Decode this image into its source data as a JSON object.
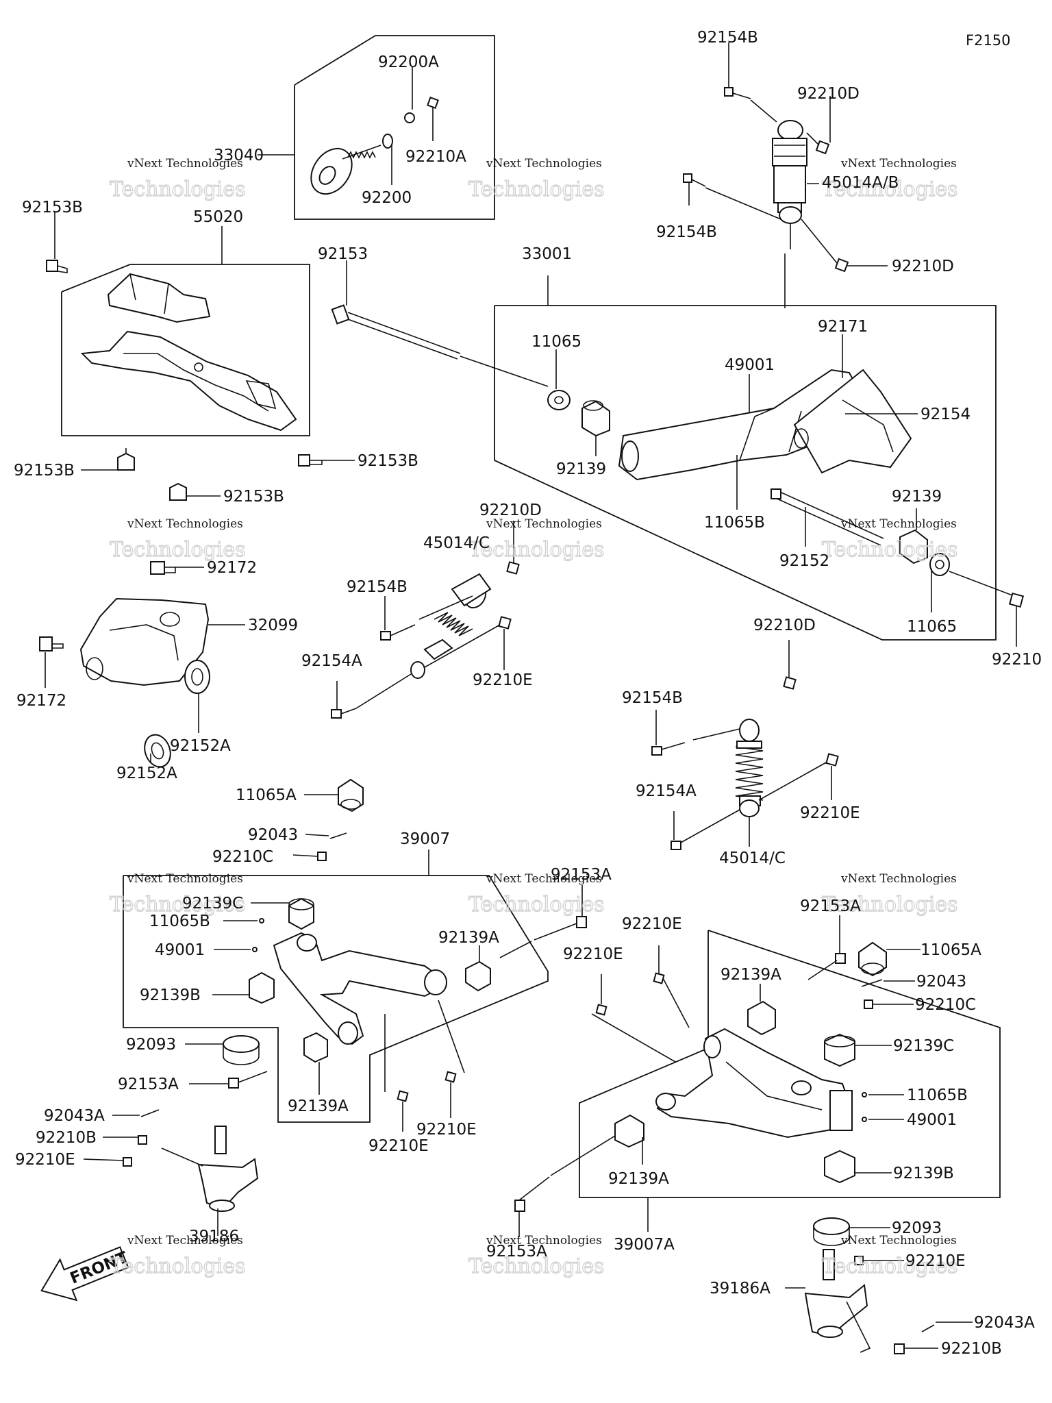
{
  "figure_code": "F2150",
  "front_marker": "FRONT",
  "watermarks": [
    {
      "line1": "vNext Technologies",
      "line2": "Technologies"
    }
  ],
  "labels": {
    "l33040": "33040",
    "l92200A": "92200A",
    "l92210A": "92210A",
    "l92200": "92200",
    "l92153B_a": "92153B",
    "l55020": "55020",
    "l92153B_b": "92153B",
    "l92153B_c": "92153B",
    "l92153B_d": "92153B",
    "l92172_a": "92172",
    "l32099": "32099",
    "l92172_b": "92172",
    "l92152A_a": "92152A",
    "l92152A_b": "92152A",
    "l92153": "92153",
    "l33001": "33001",
    "l11065_a": "11065",
    "l92139_a": "92139",
    "l49001_a": "49001",
    "l92171": "92171",
    "l92154": "92154",
    "l11065B_a": "11065B",
    "l92152": "92152",
    "l92139_b": "92139",
    "l11065_b": "11065",
    "l92210": "92210",
    "l92154B_a": "92154B",
    "l92210D_a": "92210D",
    "l45014AB": "45014A/B",
    "l92154B_b": "92154B",
    "l92210D_b": "92210D",
    "l92210D_c": "92210D",
    "l45014C_a": "45014/C",
    "l92154B_c": "92154B",
    "l92154A_a": "92154A",
    "l92210E_a": "92210E",
    "l92210D_d": "92210D",
    "l92154B_d": "92154B",
    "l92154A_b": "92154A",
    "l92210E_b": "92210E",
    "l45014C_b": "45014/C",
    "l11065A_a": "11065A",
    "l92043_a": "92043",
    "l92210C_a": "92210C",
    "l39007": "39007",
    "l92153A_a": "92153A",
    "l92139C_a": "92139C",
    "l11065B_b": "11065B",
    "l49001_b": "49001",
    "l92139B_a": "92139B",
    "l92139A_a": "92139A",
    "l92093_a": "92093",
    "l92153A_b": "92153A",
    "l92139A_b": "92139A",
    "l92043A_a": "92043A",
    "l92210B_a": "92210B",
    "l92210E_c": "92210E",
    "l92210E_d": "92210E",
    "l92210E_e": "92210E",
    "l39186": "39186",
    "l92210E_f": "92210E",
    "l92210E_g": "92210E",
    "l92153A_c": "92153A",
    "l11065A_b": "11065A",
    "l92043_b": "92043",
    "l92210C_b": "92210C",
    "l92139A_c": "92139A",
    "l92139C_b": "92139C",
    "l11065B_c": "11065B",
    "l49001_c": "49001",
    "l92139B_b": "92139B",
    "l92139A_d": "92139A",
    "l92153A_d": "92153A",
    "l39007A": "39007A",
    "l92093_b": "92093",
    "l92210E_h": "92210E",
    "l39186A": "39186A",
    "l92043A_b": "92043A",
    "l92210B_b": "92210B"
  }
}
